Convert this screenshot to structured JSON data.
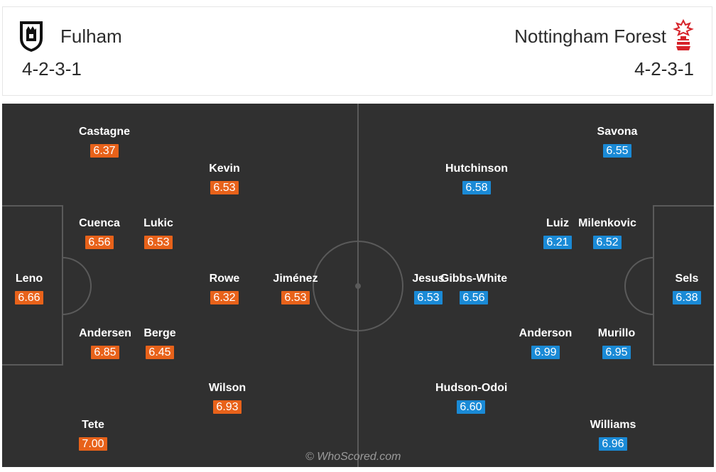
{
  "home": {
    "name": "Fulham",
    "formation": "4-2-3-1",
    "crest": "fulham-crest-icon"
  },
  "away": {
    "name": "Nottingham Forest",
    "formation": "4-2-3-1",
    "crest": "nottingham-forest-crest-icon"
  },
  "colors": {
    "home_rating": "#e8621a",
    "away_rating": "#1a8ad6",
    "pitch": "#303030"
  },
  "players": {
    "home": [
      {
        "name": "Castagne",
        "rating": "6.37"
      },
      {
        "name": "Kevin",
        "rating": "6.53"
      },
      {
        "name": "Cuenca",
        "rating": "6.56"
      },
      {
        "name": "Lukic",
        "rating": "6.53"
      },
      {
        "name": "Leno",
        "rating": "6.66"
      },
      {
        "name": "Rowe",
        "rating": "6.32"
      },
      {
        "name": "Jiménez",
        "rating": "6.53"
      },
      {
        "name": "Andersen",
        "rating": "6.85"
      },
      {
        "name": "Berge",
        "rating": "6.45"
      },
      {
        "name": "Wilson",
        "rating": "6.93"
      },
      {
        "name": "Tete",
        "rating": "7.00"
      }
    ],
    "away": [
      {
        "name": "Savona",
        "rating": "6.55"
      },
      {
        "name": "Hutchinson",
        "rating": "6.58"
      },
      {
        "name": "Luiz",
        "rating": "6.21"
      },
      {
        "name": "Milenkovic",
        "rating": "6.52"
      },
      {
        "name": "Jesus",
        "rating": "6.53"
      },
      {
        "name": "Gibbs-White",
        "rating": "6.56"
      },
      {
        "name": "Sels",
        "rating": "6.38"
      },
      {
        "name": "Anderson",
        "rating": "6.99"
      },
      {
        "name": "Murillo",
        "rating": "6.95"
      },
      {
        "name": "Hudson-Odoi",
        "rating": "6.60"
      },
      {
        "name": "Williams",
        "rating": "6.96"
      }
    ]
  },
  "watermark": "© WhoScored.com"
}
